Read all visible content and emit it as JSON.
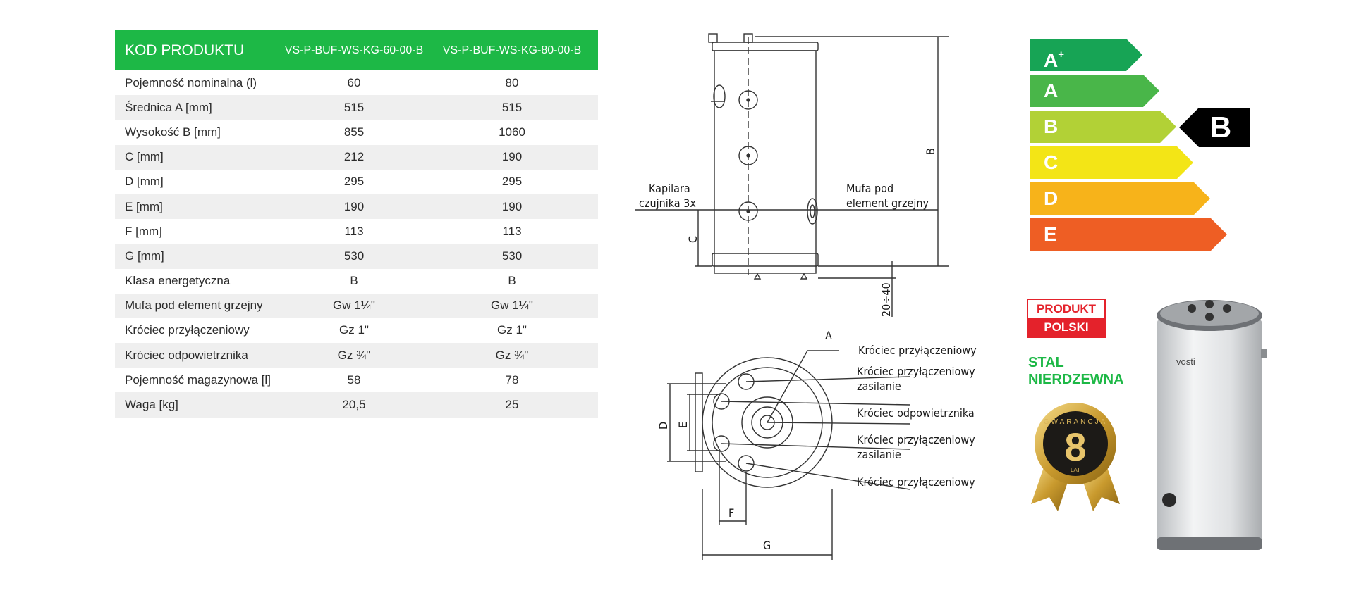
{
  "table": {
    "header": {
      "label": "KOD PRODUKTU",
      "col1": "VS-P-BUF-WS-KG-60-00-B",
      "col2": "VS-P-BUF-WS-KG-80-00-B"
    },
    "rows": [
      {
        "label": "Pojemność nominalna (l)",
        "v1": "60",
        "v2": "80"
      },
      {
        "label": "Średnica A [mm]",
        "v1": "515",
        "v2": "515"
      },
      {
        "label": "Wysokość B [mm]",
        "v1": "855",
        "v2": "1060"
      },
      {
        "label": "C [mm]",
        "v1": "212",
        "v2": "190"
      },
      {
        "label": "D [mm]",
        "v1": "295",
        "v2": "295"
      },
      {
        "label": "E [mm]",
        "v1": "190",
        "v2": "190"
      },
      {
        "label": "F [mm]",
        "v1": "113",
        "v2": "113"
      },
      {
        "label": "G [mm]",
        "v1": "530",
        "v2": "530"
      },
      {
        "label": "Klasa energetyczna",
        "v1": "B",
        "v2": "B"
      },
      {
        "label": "Mufa pod element grzejny",
        "v1": "Gw 1¼\"",
        "v2": "Gw 1¼\""
      },
      {
        "label": "Króciec przyłączeniowy",
        "v1": "Gz 1\"",
        "v2": "Gz 1\""
      },
      {
        "label": "Króciec odpowietrznika",
        "v1": "Gz ¾\"",
        "v2": "Gz ¾\""
      },
      {
        "label": "Pojemność magazynowa [l]",
        "v1": "58",
        "v2": "78"
      },
      {
        "label": "Waga [kg]",
        "v1": "20,5",
        "v2": "25"
      }
    ]
  },
  "drawing": {
    "side": {
      "label_b": "B",
      "label_c": "C",
      "label_gap": "20÷40",
      "capillary_1": "Kapilara",
      "capillary_2": "czujnika 3x",
      "heater_1": "Mufa pod",
      "heater_2": "element grzejny"
    },
    "top": {
      "label_a": "A",
      "label_d": "D",
      "label_e": "E",
      "label_f": "F",
      "label_g": "G",
      "c1": "Króciec przyłączeniowy",
      "c2a": "Króciec przyłączeniowy",
      "c2b": "zasilanie",
      "c3": "Króciec odpowietrznika",
      "c4a": "Króciec przyłączeniowy",
      "c4b": "zasilanie",
      "c5": "Króciec przyłączeniowy"
    }
  },
  "energy": {
    "classes": [
      {
        "letter": "A",
        "sup": "+",
        "color": "#17a455"
      },
      {
        "letter": "A",
        "sup": "",
        "color": "#49b649"
      },
      {
        "letter": "B",
        "sup": "",
        "color": "#b2d136"
      },
      {
        "letter": "C",
        "sup": "",
        "color": "#f3e516"
      },
      {
        "letter": "D",
        "sup": "",
        "color": "#f7b31a"
      },
      {
        "letter": "E",
        "sup": "",
        "color": "#ee5e24"
      }
    ],
    "active": "B"
  },
  "badges": {
    "made_top": "PRODUKT",
    "made_bottom": "POLSKI",
    "steel_1": "STAL",
    "steel_2": "NIERDZEWNA",
    "warranty_text": "GWARANCJA",
    "warranty_years": "8",
    "warranty_unit": "LAT",
    "brand": "vosti"
  },
  "colors": {
    "accent_green": "#1db846",
    "row_alt": "#efefef",
    "polish_red": "#e4222b"
  }
}
